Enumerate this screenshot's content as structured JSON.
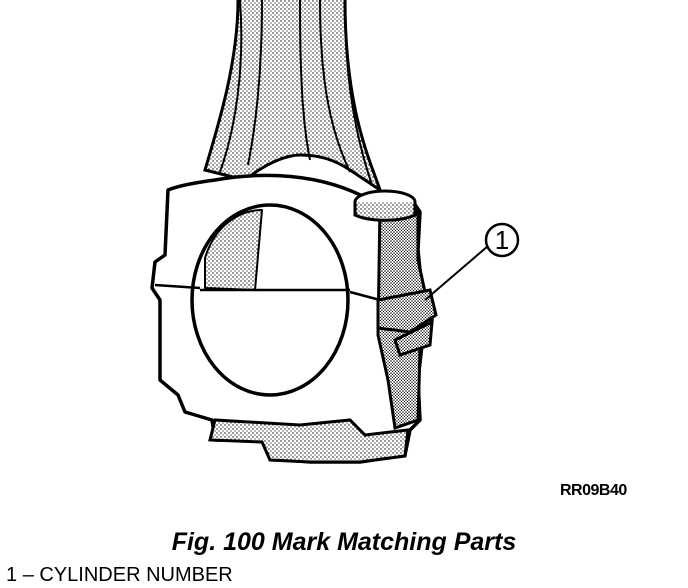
{
  "figure": {
    "callouts": [
      {
        "number": "1"
      }
    ],
    "code": "RR09B40",
    "caption": "Fig. 100 Mark Matching Parts"
  },
  "legend": {
    "items": [
      {
        "number": "1",
        "separator": "–",
        "text": "CYLINDER NUMBER"
      }
    ]
  }
}
